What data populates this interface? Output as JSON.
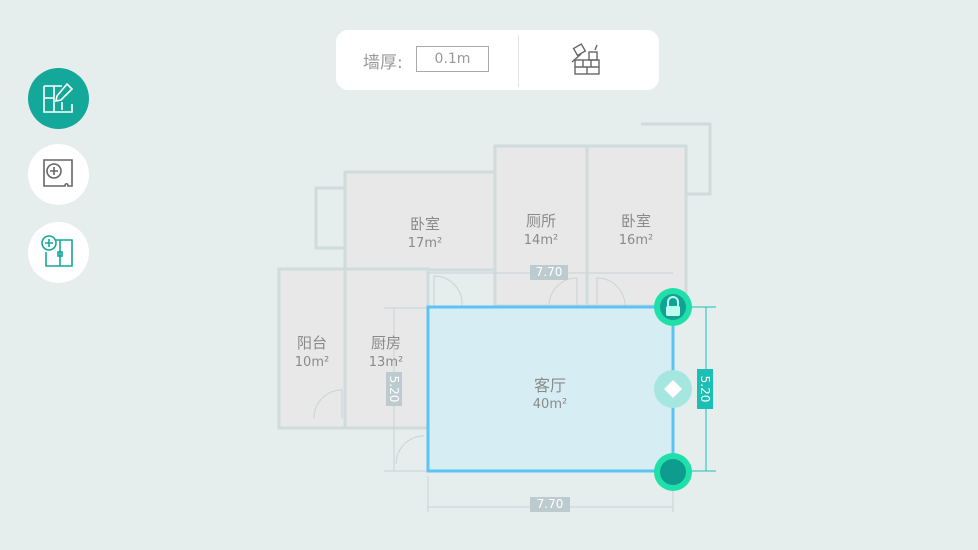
{
  "toolbar": {
    "wall_thickness_label": "墙厚:",
    "wall_thickness_value": "0.1m",
    "tool_icon": "demolish-wall-icon"
  },
  "sidebar": [
    {
      "name": "edit-floorplan-icon"
    },
    {
      "name": "add-room-icon"
    },
    {
      "name": "add-door-icon"
    }
  ],
  "rooms": [
    {
      "name": "卧室",
      "area": "17m²"
    },
    {
      "name": "厕所",
      "area": "14m²"
    },
    {
      "name": "卧室",
      "area": "16m²"
    },
    {
      "name": "阳台",
      "area": "10m²"
    },
    {
      "name": "厨房",
      "area": "13m²"
    },
    {
      "name": "客厅",
      "area": "40m²"
    }
  ],
  "dimensions": {
    "top_width": "7.70",
    "bottom_width": "7.70",
    "left_height": "5.20",
    "right_height": "5.20"
  },
  "colors": {
    "accent": "#13a89a",
    "selected_fill": "#d6eef3",
    "selected_wall": "#5bc4f5",
    "handle": "#1ee0a8"
  }
}
